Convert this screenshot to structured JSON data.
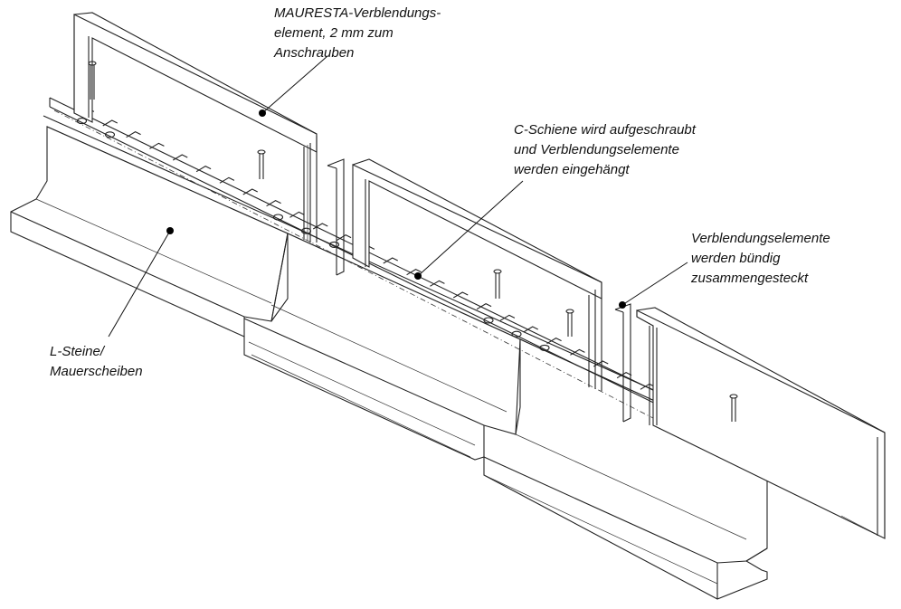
{
  "callouts": {
    "verblendungselement": {
      "lines": [
        "MAURESTA-Verblendungs-",
        "element, 2 mm zum",
        "Anschrauben"
      ]
    },
    "c_schiene": {
      "lines": [
        "C-Schiene wird aufgeschraubt",
        "und Verblendungselemente",
        "werden eingehängt"
      ]
    },
    "buendig": {
      "lines": [
        "Verblendungselemente",
        "werden bündig",
        "zusammengesteckt"
      ]
    },
    "l_steine": {
      "lines": [
        "L-Steine/",
        "Mauerscheiben"
      ]
    }
  },
  "colors": {
    "line": "#222222",
    "background": "#ffffff",
    "text": "#111111"
  }
}
